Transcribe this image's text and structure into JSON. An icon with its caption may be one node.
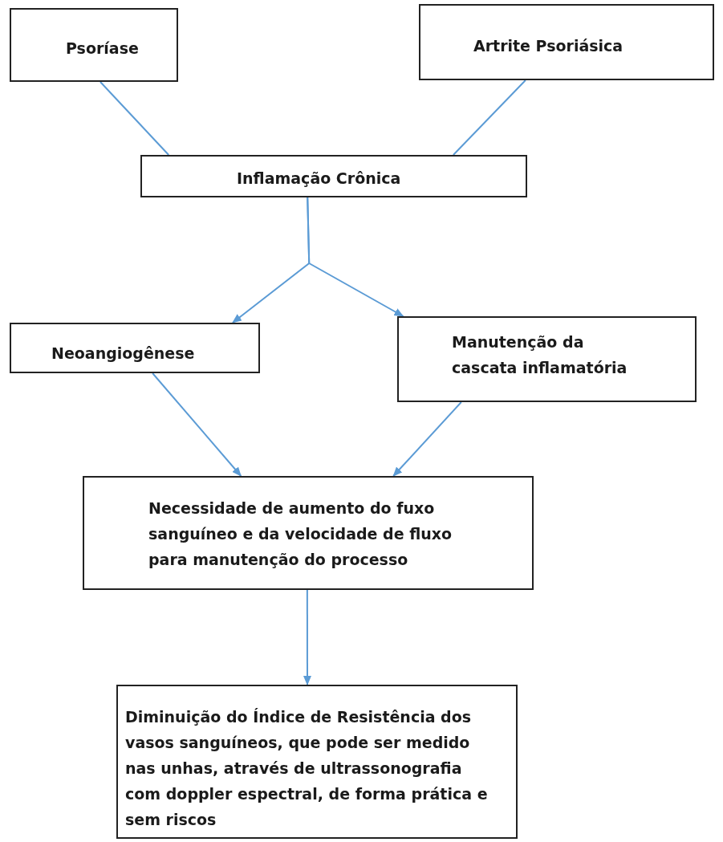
{
  "diagram": {
    "nodes": [
      {
        "text": [
          "Psoríase"
        ]
      },
      {
        "text": [
          "Artrite Psoriásica"
        ]
      },
      {
        "text": [
          "Inflamação Crônica"
        ]
      },
      {
        "text": [
          "Neoangiogênese"
        ]
      },
      {
        "text": [
          "Manutenção da cascata inflamatória"
        ]
      },
      {
        "text": [
          "Necessidade de aumento do fuxo sanguíneo e da velocidade de fluxo para manutenção do processo"
        ]
      },
      {
        "text": [
          "Diminuição do Índice de Resistência dos vasos sanguíneos, que pode ser medido nas unhas, através de ultrassonografia com doppler espectral, de forma prática e sem riscos"
        ]
      }
    ],
    "edges": [
      {
        "from": 0,
        "to": 2,
        "arrow": "none"
      },
      {
        "from": 1,
        "to": 2,
        "arrow": "none"
      },
      {
        "from": 2,
        "to": 3,
        "arrow": "to"
      },
      {
        "from": 2,
        "to": 4,
        "arrow": "to"
      },
      {
        "from": 3,
        "to": 5,
        "arrow": "to"
      },
      {
        "from": 4,
        "to": 5,
        "arrow": "to"
      },
      {
        "from": 5,
        "to": 6,
        "arrow": "to"
      }
    ]
  }
}
